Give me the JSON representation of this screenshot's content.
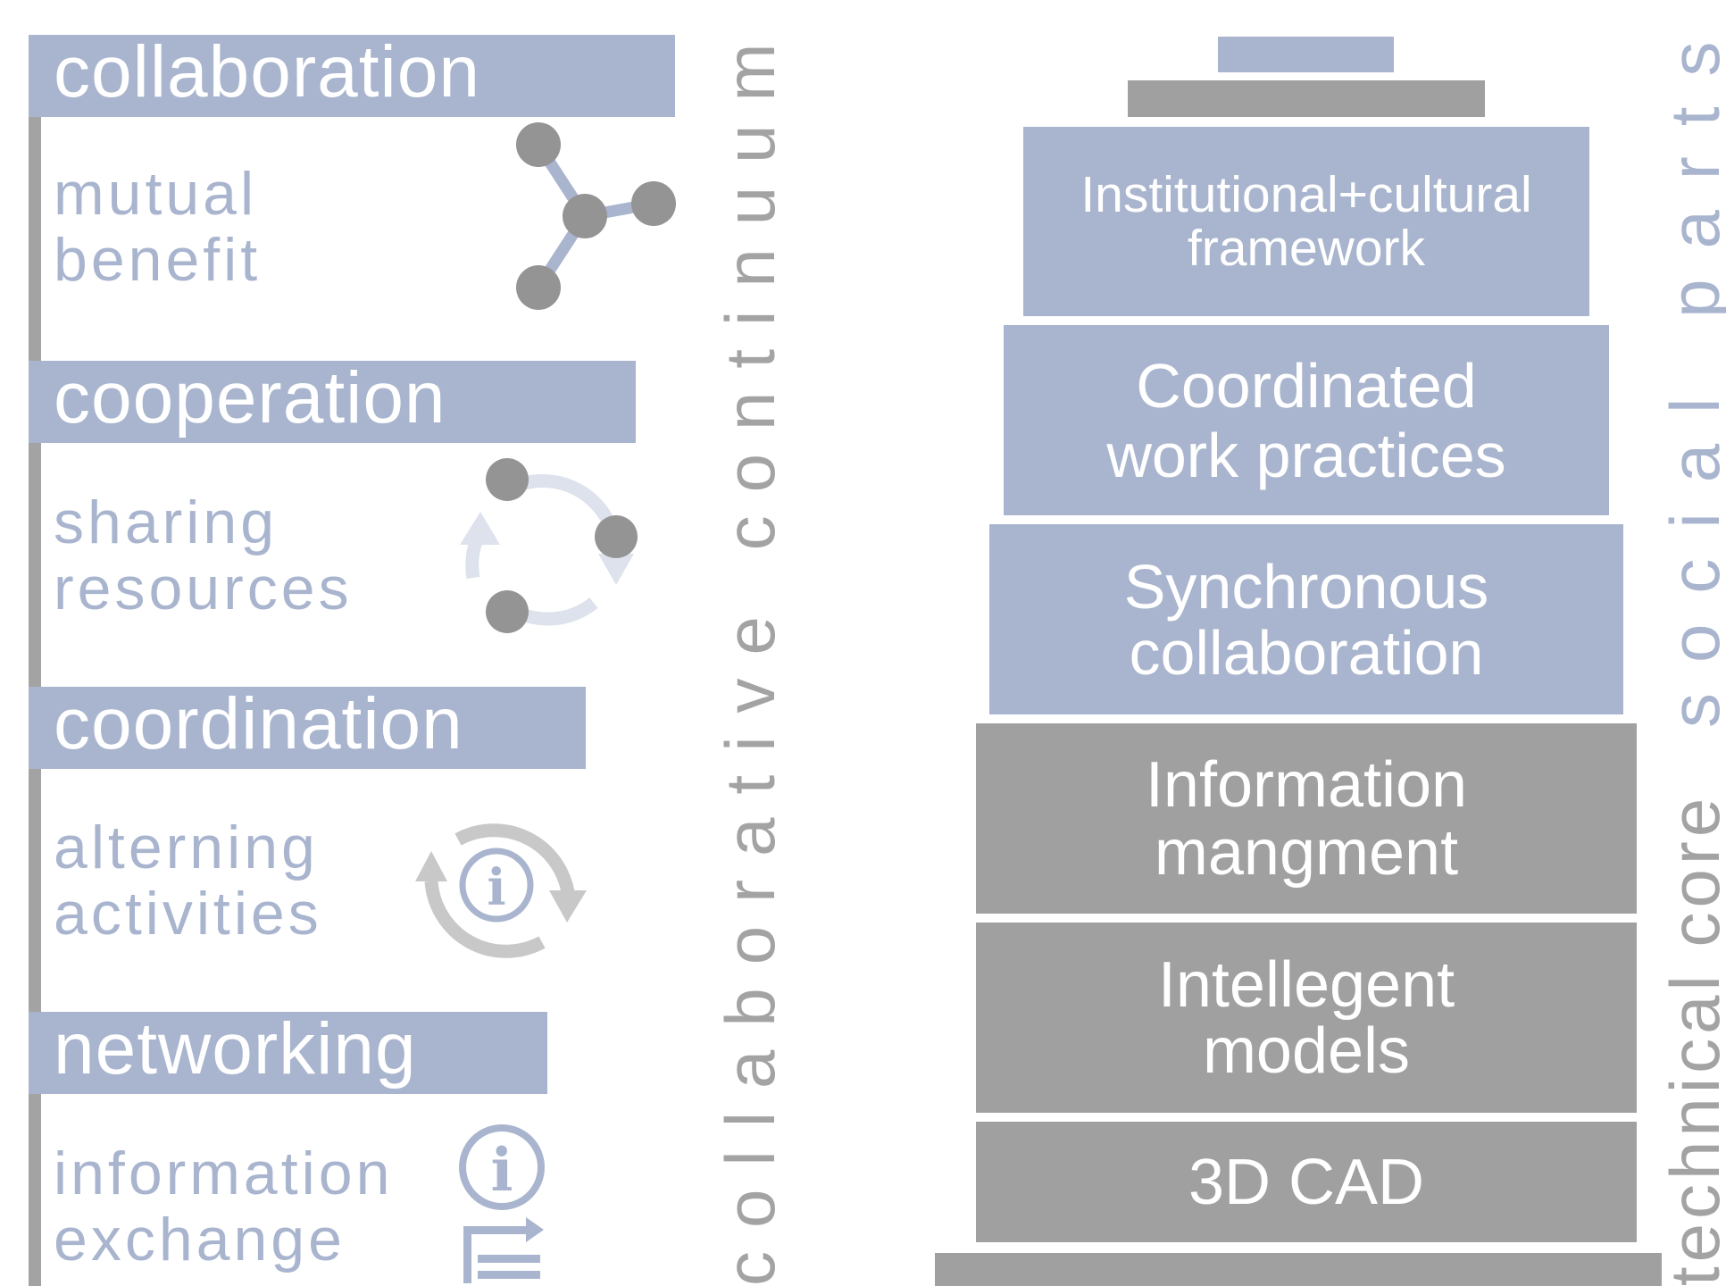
{
  "colors": {
    "blue": "#a9b5ce",
    "light_blue": "#dde2ec",
    "grey": "#a0a0a0",
    "light_grey": "#c8c8c8",
    "node": "#949494",
    "white": "#ffffff"
  },
  "continuum": {
    "label": "collaborative continuum",
    "levels": [
      {
        "title": "collaboration",
        "description": "mutual\nbenefit",
        "icon": "network-nodes-icon"
      },
      {
        "title": "cooperation",
        "description": "sharing\nresources",
        "icon": "circular-sharing-icon"
      },
      {
        "title": "coordination",
        "description": "alterning\nactivities",
        "icon": "info-cycle-icon"
      },
      {
        "title": "networking",
        "description": "information\nexchange",
        "icon": "info-exchange-icon"
      }
    ]
  },
  "stack": {
    "label_technical": "technical core",
    "label_social": "social parts",
    "layers": [
      {
        "label": "Institutional+cultural\nframework",
        "group": "social"
      },
      {
        "label": "Coordinated\nwork practices",
        "group": "social"
      },
      {
        "label": "Synchronous\ncollaboration",
        "group": "social"
      },
      {
        "label": "Information\nmangment",
        "group": "technical"
      },
      {
        "label": "Intellegent\nmodels",
        "group": "technical"
      },
      {
        "label": "3D CAD",
        "group": "technical"
      }
    ]
  }
}
